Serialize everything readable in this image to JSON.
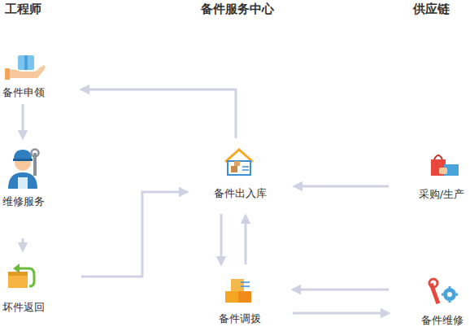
{
  "diagram": {
    "nodes": [
      {
        "text": [
          "备件申领"
        ]
      },
      {
        "text": [
          "维修服务"
        ]
      },
      {
        "text": [
          "坏件返回"
        ]
      },
      {
        "text": [
          "备件出入库"
        ]
      },
      {
        "text": [
          "备件调拨"
        ]
      },
      {
        "text": [
          "采购/生产"
        ]
      },
      {
        "text": [
          "备件维修"
        ]
      }
    ],
    "edges": [
      {
        "from": 3,
        "to": 0,
        "arrow": "to"
      },
      {
        "from": 0,
        "to": 1,
        "arrow": "to"
      },
      {
        "from": 1,
        "to": 2,
        "arrow": "to"
      },
      {
        "from": 2,
        "to": 3,
        "arrow": "to"
      },
      {
        "from": 5,
        "to": 3,
        "arrow": "to"
      },
      {
        "from": 3,
        "to": 4,
        "arrow": "to"
      },
      {
        "from": 4,
        "to": 3,
        "arrow": "to"
      },
      {
        "from": 6,
        "to": 4,
        "arrow": "to"
      },
      {
        "from": 4,
        "to": 6,
        "arrow": "to"
      }
    ],
    "labels": [
      "工程师",
      "备件服务中心",
      "供应链"
    ]
  }
}
